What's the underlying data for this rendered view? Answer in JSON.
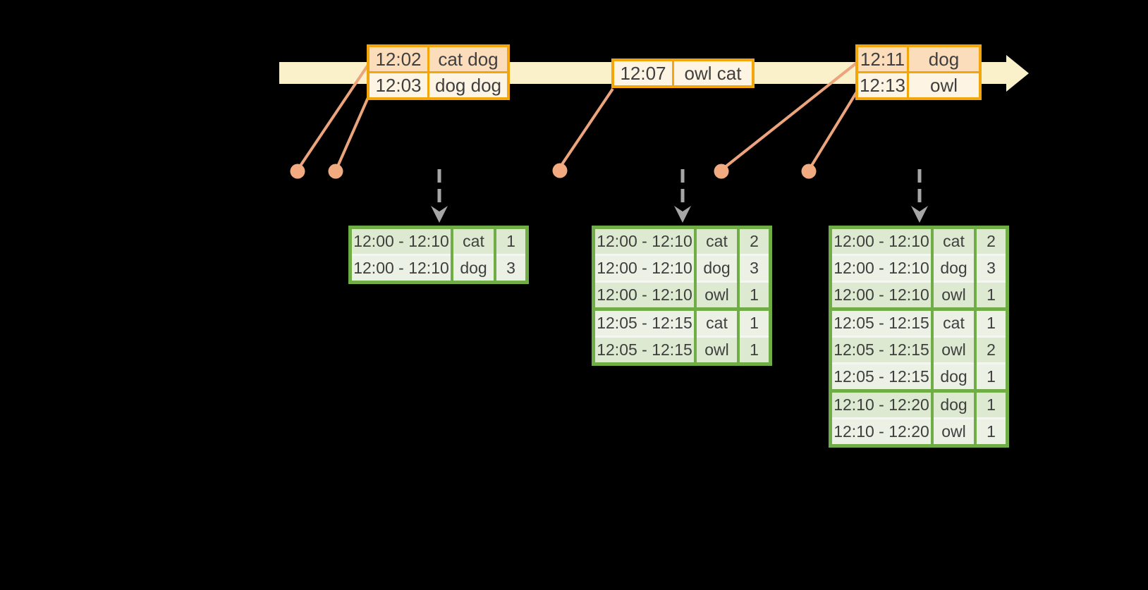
{
  "colors": {
    "background": "#000000",
    "timeline_fill": "#FAF0C9",
    "event_border": "#F2A60C",
    "event_row_peach": "#FBDCBB",
    "event_row_cream": "#FEF4E3",
    "connector": "#ECA47C",
    "connector_dot": "#F2AB81",
    "result_border": "#70AD47",
    "result_row_dark": "#DDE9D0",
    "result_row_light": "#EBF1E5",
    "result_divider": "#F4F7F0",
    "trigger_arrow": "#A6A6A6",
    "text": "#3F3F3F"
  },
  "timeline": {
    "icons": [
      "timeline-arrow-right-icon",
      "event-marker-dot",
      "trigger-down-arrow-icon"
    ]
  },
  "event_tables": [
    {
      "rows": [
        {
          "time": "12:02",
          "words": "cat dog"
        },
        {
          "time": "12:03",
          "words": "dog dog"
        }
      ]
    },
    {
      "rows": [
        {
          "time": "12:07",
          "words": "owl cat"
        }
      ]
    },
    {
      "rows": [
        {
          "time": "12:11",
          "words": "dog"
        },
        {
          "time": "12:13",
          "words": "owl"
        }
      ]
    }
  ],
  "result_tables": [
    {
      "groups": [
        {
          "rows": [
            {
              "window": "12:00 - 12:10",
              "word": "cat",
              "count": 1
            },
            {
              "window": "12:00 - 12:10",
              "word": "dog",
              "count": 3
            }
          ]
        }
      ]
    },
    {
      "groups": [
        {
          "rows": [
            {
              "window": "12:00 - 12:10",
              "word": "cat",
              "count": 2
            },
            {
              "window": "12:00 - 12:10",
              "word": "dog",
              "count": 3
            },
            {
              "window": "12:00 - 12:10",
              "word": "owl",
              "count": 1
            }
          ]
        },
        {
          "rows": [
            {
              "window": "12:05 - 12:15",
              "word": "cat",
              "count": 1
            },
            {
              "window": "12:05 - 12:15",
              "word": "owl",
              "count": 1
            }
          ]
        }
      ]
    },
    {
      "groups": [
        {
          "rows": [
            {
              "window": "12:00 - 12:10",
              "word": "cat",
              "count": 2
            },
            {
              "window": "12:00 - 12:10",
              "word": "dog",
              "count": 3
            },
            {
              "window": "12:00 - 12:10",
              "word": "owl",
              "count": 1
            }
          ]
        },
        {
          "rows": [
            {
              "window": "12:05 - 12:15",
              "word": "cat",
              "count": 1
            },
            {
              "window": "12:05 - 12:15",
              "word": "owl",
              "count": 2
            },
            {
              "window": "12:05 - 12:15",
              "word": "dog",
              "count": 1
            }
          ]
        },
        {
          "rows": [
            {
              "window": "12:10 - 12:20",
              "word": "dog",
              "count": 1
            },
            {
              "window": "12:10 - 12:20",
              "word": "owl",
              "count": 1
            }
          ]
        }
      ]
    }
  ]
}
